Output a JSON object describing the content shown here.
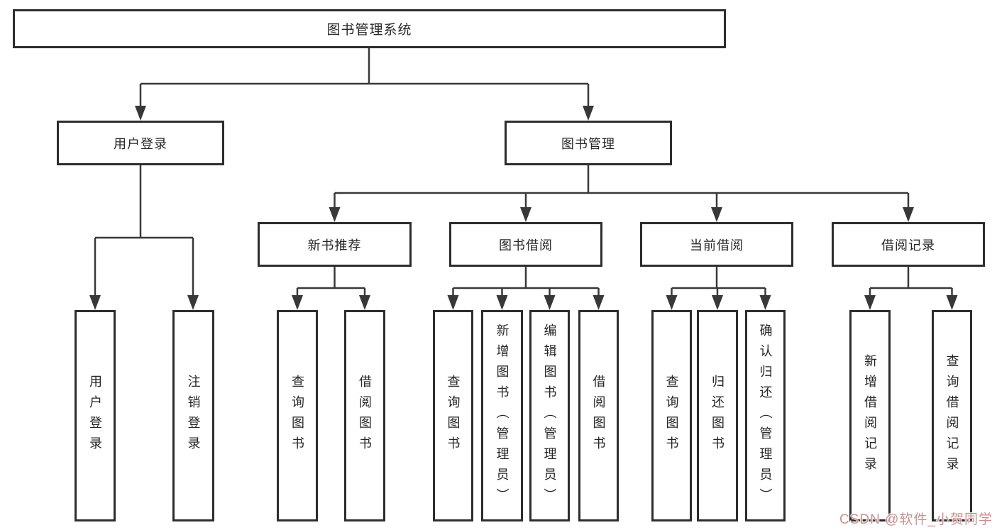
{
  "diagram": {
    "root": {
      "label": "图书管理系统"
    },
    "branches": [
      {
        "label": "用户登录",
        "children": [
          {
            "label": "用户登录"
          },
          {
            "label": "注销登录"
          }
        ]
      },
      {
        "label": "图书管理",
        "groups": [
          {
            "label": "新书推荐",
            "children": [
              {
                "label": "查询图书"
              },
              {
                "label": "借阅图书"
              }
            ]
          },
          {
            "label": "图书借阅",
            "children": [
              {
                "label": "查询图书"
              },
              {
                "label": "新增图书（管理员）"
              },
              {
                "label": "编辑图书（管理员）"
              },
              {
                "label": "借阅图书"
              }
            ]
          },
          {
            "label": "当前借阅",
            "children": [
              {
                "label": "查询图书"
              },
              {
                "label": "归还图书"
              },
              {
                "label": "确认归还（管理员）"
              }
            ]
          },
          {
            "label": "借阅记录",
            "children": [
              {
                "label": "新增借阅记录"
              },
              {
                "label": "查询借阅记录"
              }
            ]
          }
        ]
      }
    ]
  },
  "watermark": {
    "text": "CSDN @软件_小贺同学"
  },
  "colors": {
    "line": "#383838",
    "box_border": "#2d2d2d",
    "box_fill": "#ffffff",
    "text": "#262626",
    "background": "#ffffff",
    "watermark": "#cc8f8f"
  }
}
